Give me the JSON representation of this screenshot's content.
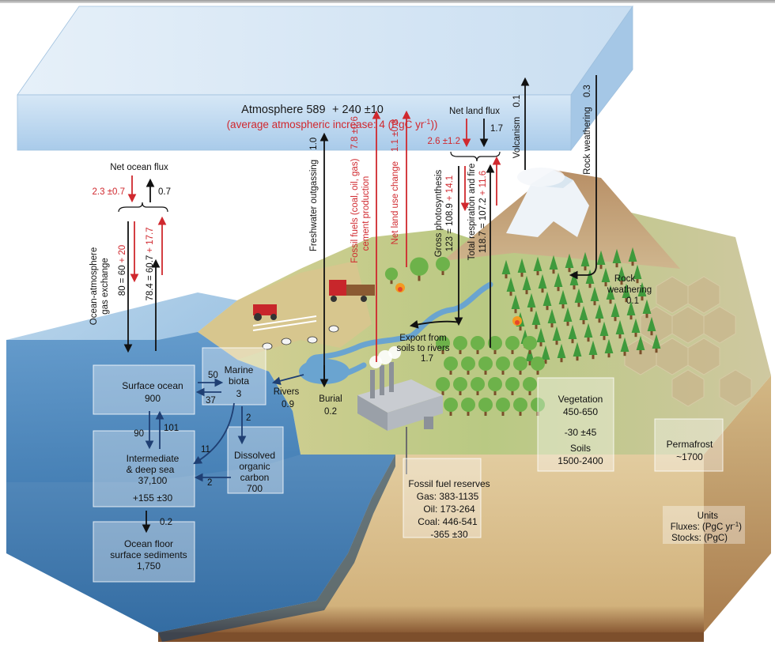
{
  "atmosphere": {
    "label": "Atmosphere 589",
    "change": "+ 240 ±10",
    "increase_prefix": "(average atmospheric increase: 4 (PgC yr",
    "increase_exp": "-1",
    "increase_suffix": "))"
  },
  "ocean_flux": {
    "title": "Net ocean flux",
    "down_value": "2.3 ±0.7",
    "up_value": "0.7",
    "exchange_label_1": "Ocean-atmosphere",
    "exchange_label_2": "gas exchange",
    "down_flux_base": "80 = 60",
    "down_flux_change": "+ 20",
    "up_flux_base": "78.4 = 60.7",
    "up_flux_change": "+ 17.7"
  },
  "vertical_fluxes": {
    "freshwater_outgassing": "Freshwater outgassing",
    "freshwater_value": "1.0",
    "fossil_fuels_1": "Fossil fuels (coal, oil, gas)",
    "fossil_fuels_2": "cement production",
    "fossil_value": "7.8 ±0.6",
    "land_use": "Net land use change",
    "land_use_value": "1.1 ±0.8"
  },
  "land_flux": {
    "title": "Net land flux",
    "down_value": "2.6 ±1.2",
    "up_value": "1.7",
    "gross_photo_label": "Gross photosynthesis",
    "gross_photo_base": "123 = 108.9",
    "gross_photo_change": "+ 14.1",
    "resp_label": "Total respiration and fire",
    "resp_base": "118.7 = 107.2",
    "resp_change": "+ 11.6"
  },
  "volcanism": {
    "label": "Volcanism",
    "value": "0.1"
  },
  "rock_weathering_top": {
    "label": "Rock weathering",
    "value": "0.3"
  },
  "rock_weathering_ground": {
    "line1": "Rock",
    "line2": "weathering",
    "value": "0.1"
  },
  "export": {
    "line1": "Export from",
    "line2": "soils to rivers",
    "value": "1.7"
  },
  "rivers": {
    "label": "Rivers",
    "value": "0.9"
  },
  "burial": {
    "label": "Burial",
    "value": "0.2"
  },
  "ocean": {
    "surface_label": "Surface ocean",
    "surface_value": "900",
    "to_biota": "50",
    "from_biota": "37",
    "marine_biota_1": "Marine",
    "marine_biota_2": "biota",
    "marine_biota_value": "3",
    "biota_to_doc": "2",
    "down_flux": "90",
    "up_flux": "101",
    "intermediate_1": "Intermediate",
    "intermediate_2": "& deep sea",
    "intermediate_value": "37,100",
    "intermediate_change": "+155 ±30",
    "biota_to_deep": "11",
    "doc_to_deep": "2",
    "doc_1": "Dissolved",
    "doc_2": "organic",
    "doc_3": "carbon",
    "doc_value": "700",
    "sediment_flux": "0.2",
    "sediments_1": "Ocean floor",
    "sediments_2": "surface sediments",
    "sediments_value": "1,750"
  },
  "land_stocks": {
    "vegetation_label": "Vegetation",
    "vegetation_value": "450-650",
    "vegetation_change": "-30 ±45",
    "soils_label": "Soils",
    "soils_value": "1500-2400",
    "permafrost_label": "Permafrost",
    "permafrost_value": "~1700",
    "fossil_title": "Fossil fuel reserves",
    "gas": "Gas: 383-1135",
    "oil": "Oil: 173-264",
    "coal": "Coal: 446-541",
    "fossil_change": "-365 ±30"
  },
  "units": {
    "title": "Units",
    "fluxes_prefix": "Fluxes: (PgC yr",
    "fluxes_exp": "-1",
    "fluxes_suffix": ")",
    "stocks": "Stocks: (PgC)"
  },
  "colors": {
    "anthropogenic": "#d0282e",
    "natural": "#111111",
    "ocean_arrows": "#1f3f73",
    "atmosphere": "#bcd6ee",
    "ocean": "#4f86bd",
    "land": "#c7c58a",
    "soil": "#d9bf91"
  }
}
